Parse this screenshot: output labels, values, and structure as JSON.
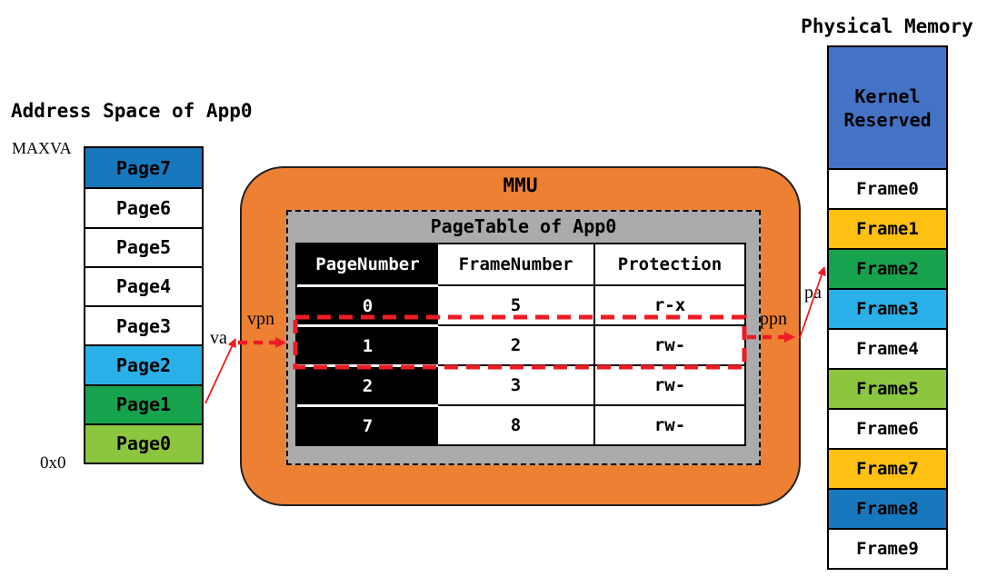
{
  "titles": {
    "address_space": "Address Space of App0",
    "physical_memory": "Physical Memory",
    "mmu": "MMU",
    "pagetable": "PageTable of App0"
  },
  "labels": {
    "maxva": "MAXVA",
    "zero_addr": "0x0",
    "va": "va",
    "vpn": "vpn",
    "ppn": "ppn",
    "pa": "pa"
  },
  "address_space": {
    "pages": [
      {
        "label": "Page7",
        "color": "#1878be"
      },
      {
        "label": "Page6",
        "color": "#ffffff"
      },
      {
        "label": "Page5",
        "color": "#ffffff"
      },
      {
        "label": "Page4",
        "color": "#ffffff"
      },
      {
        "label": "Page3",
        "color": "#ffffff"
      },
      {
        "label": "Page2",
        "color": "#29b0e8"
      },
      {
        "label": "Page1",
        "color": "#17a24e"
      },
      {
        "label": "Page0",
        "color": "#8cc63f"
      }
    ]
  },
  "page_table": {
    "headers": [
      "PageNumber",
      "FrameNumber",
      "Protection"
    ],
    "rows": [
      [
        "0",
        "5",
        "r-x"
      ],
      [
        "1",
        "2",
        "rw-"
      ],
      [
        "2",
        "3",
        "rw-"
      ],
      [
        "7",
        "8",
        "rw-"
      ]
    ],
    "highlighted_row_page_number": "1"
  },
  "physical_memory": {
    "kernel_block": {
      "label": "Kernel Reserved",
      "color": "#4472c4"
    },
    "frames": [
      {
        "label": "Frame0",
        "color": "#ffffff"
      },
      {
        "label": "Frame1",
        "color": "#fdc013"
      },
      {
        "label": "Frame2",
        "color": "#17a24e"
      },
      {
        "label": "Frame3",
        "color": "#29b0e8"
      },
      {
        "label": "Frame4",
        "color": "#ffffff"
      },
      {
        "label": "Frame5",
        "color": "#8cc63f"
      },
      {
        "label": "Frame6",
        "color": "#ffffff"
      },
      {
        "label": "Frame7",
        "color": "#fdc013"
      },
      {
        "label": "Frame8",
        "color": "#1878be"
      },
      {
        "label": "Frame9",
        "color": "#ffffff"
      }
    ]
  },
  "colors": {
    "mmu_orange": "#ed8032",
    "pagetable_gray": "#ababab",
    "arrow_red": "#ed1c24"
  }
}
